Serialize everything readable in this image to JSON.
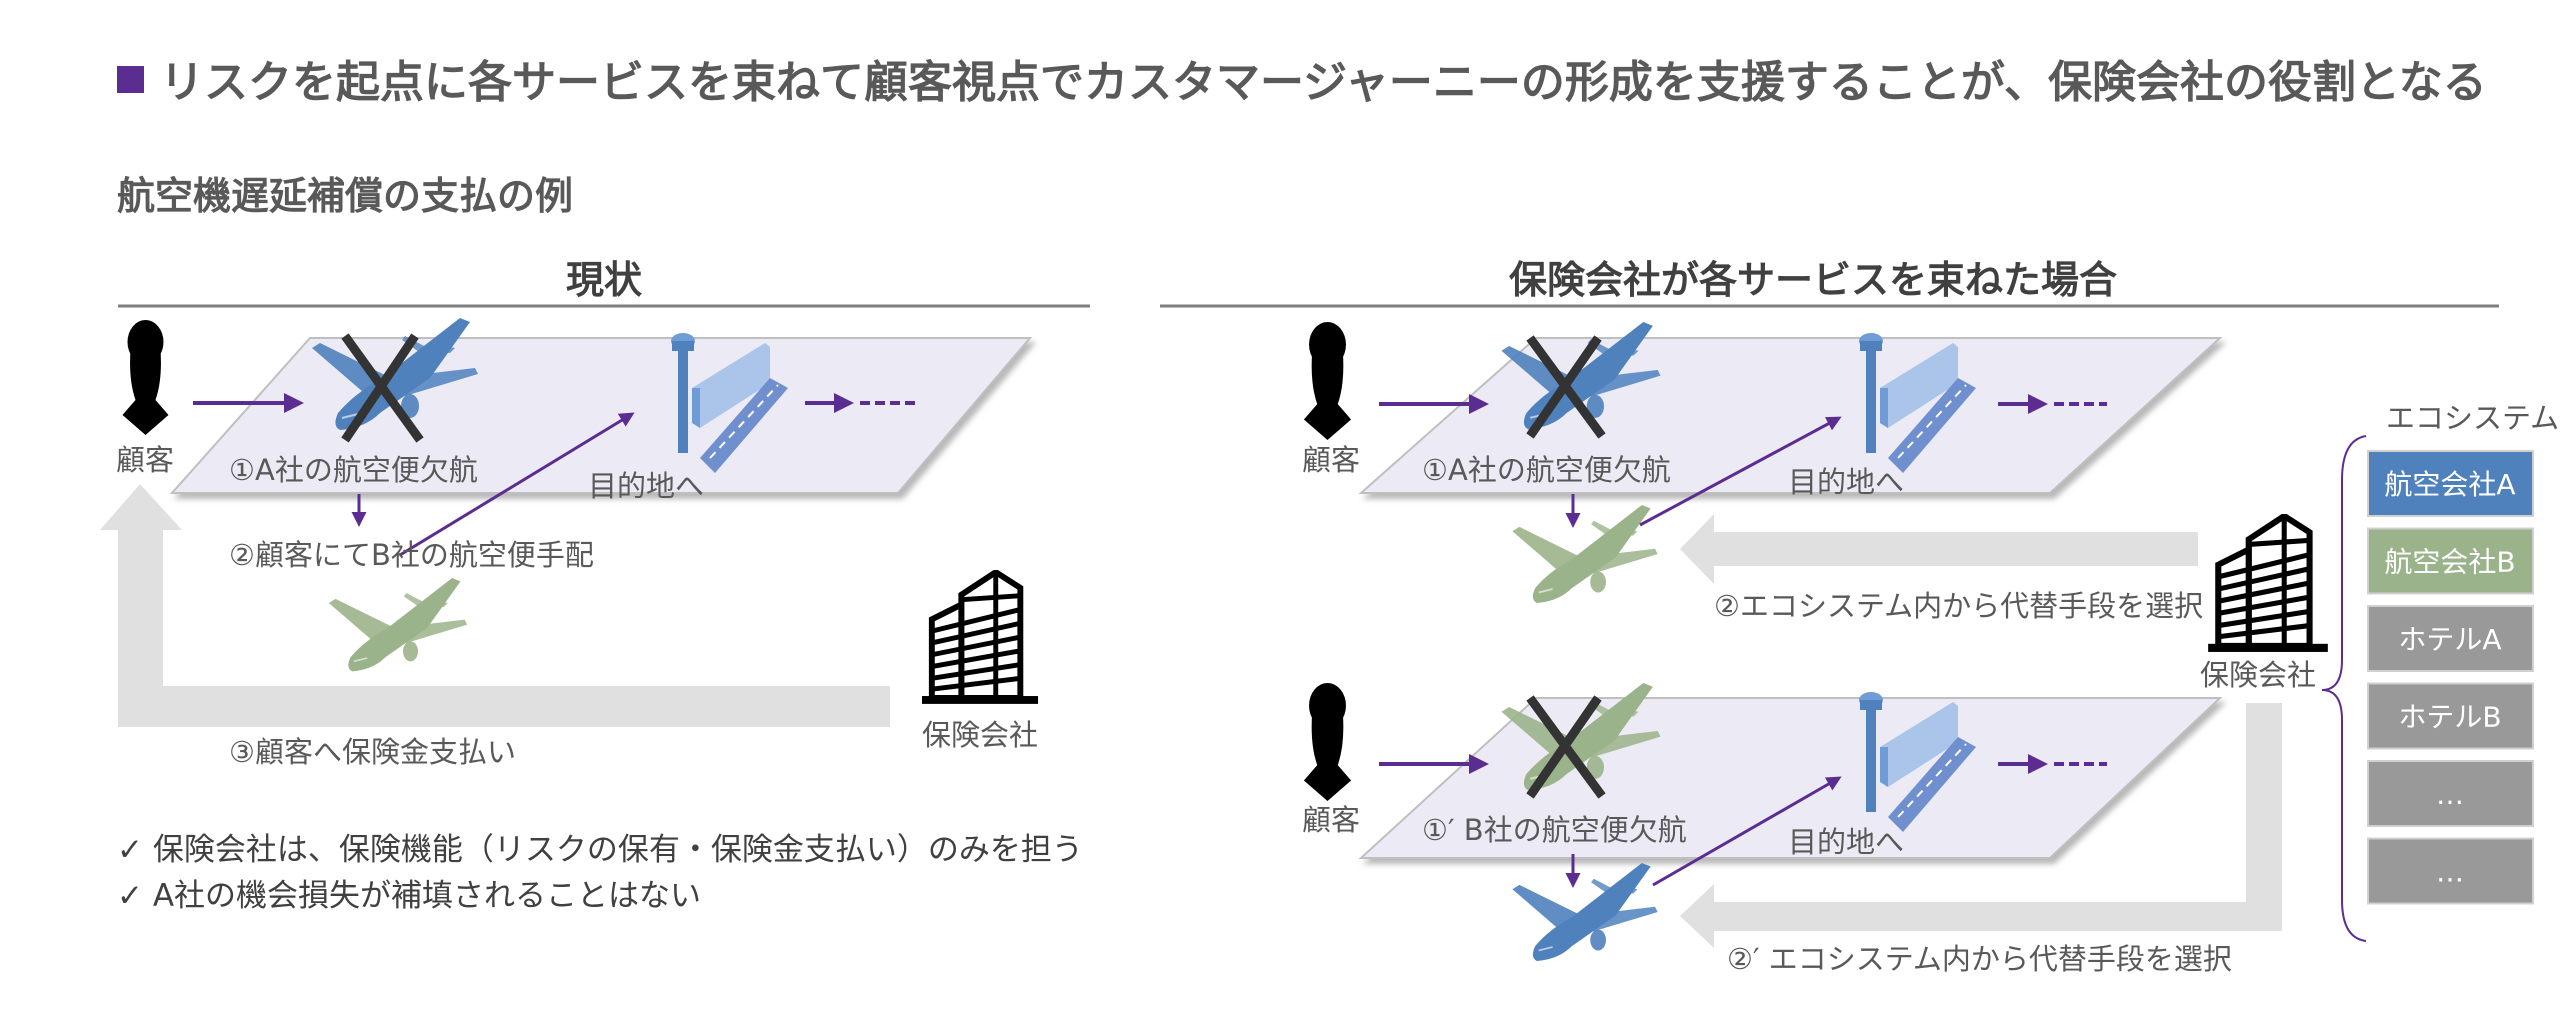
{
  "header": {
    "title": "リスクを起点に各サービスを束ねて顧客視点でカスタマージャーニーの形成を支援することが、保険会社の役割となる",
    "subtitle": "航空機遅延補償の支払の例"
  },
  "colors": {
    "accent": "#5b2d90",
    "airline_a": "#4f81bd",
    "airline_b": "#9bb38a",
    "other": "#999999",
    "platform": "#ecebf5",
    "gray_arrow": "#e0e0e0"
  },
  "current": {
    "heading": "現状",
    "customer": "顧客",
    "step1": "①A社の航空便欠航",
    "destination": "目的地へ",
    "step2": "②顧客にてB社の航空便手配",
    "step3": "③顧客へ保険金支払い",
    "insurer": "保険会社",
    "notes": [
      "✓ 保険会社は、保険機能（リスクの保有・保険金支払い）のみを担う",
      "✓ A社の機会損失が補填されることはない"
    ]
  },
  "bundled": {
    "heading": "保険会社が各サービスを束ねた場合",
    "customer": "顧客",
    "case1": {
      "step1": "①A社の航空便欠航",
      "destination": "目的地へ",
      "step2": "②エコシステム内から代替手段を選択"
    },
    "case2": {
      "step1": "①′ B社の航空便欠航",
      "destination": "目的地へ",
      "step2": "②′ エコシステム内から代替手段を選択"
    },
    "insurer": "保険会社",
    "ecosystem": {
      "label": "エコシステム",
      "items": [
        "航空会社A",
        "航空会社B",
        "ホテルA",
        "ホテルB",
        "…",
        "…"
      ]
    }
  }
}
